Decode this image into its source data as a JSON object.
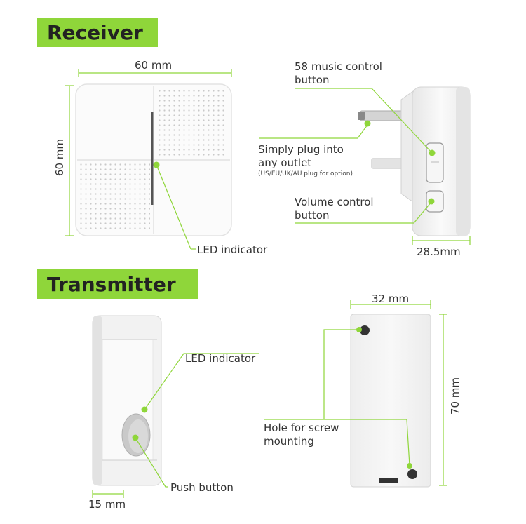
{
  "sections": {
    "receiver_title": "Receiver",
    "transmitter_title": "Transmitter"
  },
  "receiver": {
    "width_label": "60 mm",
    "height_label": "60 mm",
    "led_label": "LED indicator",
    "music_button_label_1": "58 music control",
    "music_button_label_2": "button",
    "plug_label_1": "Simply plug into",
    "plug_label_2": "any outlet",
    "plug_note": "(US/EU/UK/AU plug for option)",
    "volume_label_1": "Volume control",
    "volume_label_2": "button",
    "depth_label": "28.5mm"
  },
  "transmitter": {
    "led_label": "LED indicator",
    "push_label": "Push button",
    "depth_label": "15 mm",
    "width_label": "32 mm",
    "height_label": "70 mm",
    "hole_label_1": "Hole for screw",
    "hole_label_2": "mounting"
  },
  "colors": {
    "accent": "#8fd63a",
    "line": "#8fd63a",
    "device": "#f4f4f4",
    "device_edge": "#d9d9d9"
  }
}
